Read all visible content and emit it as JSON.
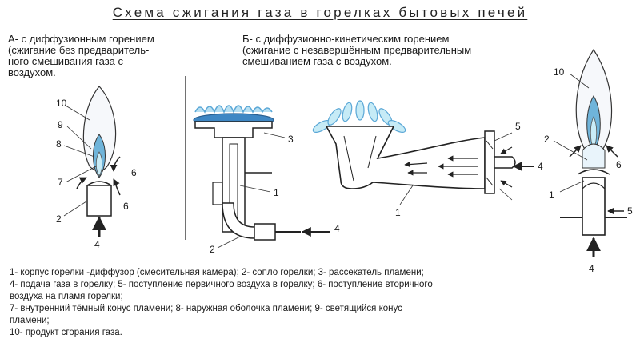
{
  "title": "Схема сжигания газа в горелках бытовых печей",
  "section_a": {
    "caption": "А- с диффузионным горением\n(сжигание без предваритель-\nного смешивания газа с\nвоздухом."
  },
  "section_b": {
    "caption": "Б- с диффузионно-кинетическим горением\n(сжигание с незавершённым предварительным\nсмешиванием газа с воздухом."
  },
  "labels": {
    "a10": "10",
    "a9": "9",
    "a8": "8",
    "a7": "7",
    "a6a": "6",
    "a6b": "6",
    "a2": "2",
    "a4": "4",
    "b3": "3",
    "b1": "1",
    "b2": "2",
    "b4": "4",
    "c1": "1",
    "c5": "5",
    "c4": "4",
    "d10": "10",
    "d2": "2",
    "d6": "6",
    "d1": "1",
    "d5": "5",
    "d4": "4"
  },
  "legend": [
    "1- корпус горелки -диффузор (смесительная камера);  2- сопло горелки;  3- рассекатель пламени;",
    "4- подача газа в горелку;  5- поступление первичного воздуха в горелку;  6- поступление вторичного",
    "воздуха на пламя горелки;",
    "7- внутренний тёмный конус пламени;  8- наружная оболочка пламени;  9- светящийся конус",
    "пламени;",
    "10- продукт сгорания газа."
  ],
  "colors": {
    "flame_blue": "#5aa7d6",
    "flame_inner": "#9fd8ee",
    "flame_outer": "#f4f7fb",
    "line": "#222222"
  }
}
